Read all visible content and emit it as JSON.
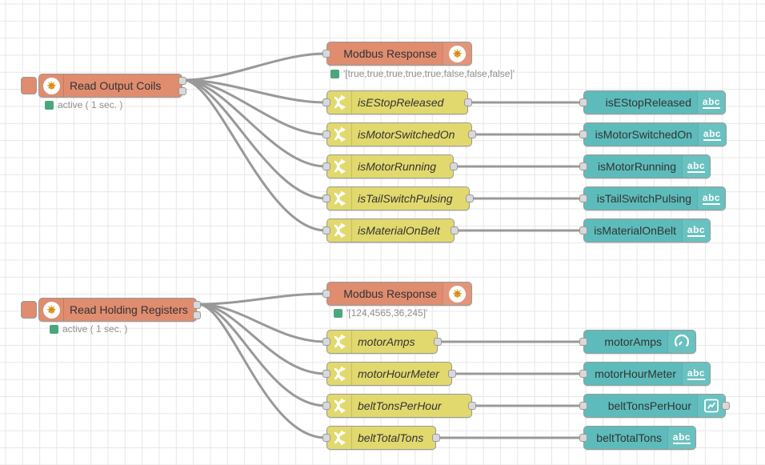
{
  "colors": {
    "modbus_node": "#e08c6f",
    "change_node": "#e2d96e",
    "ui_node": "#5dbcbb",
    "wire": "#999999",
    "status_green": "#4aa77c",
    "grid_line": "#e7e7e7",
    "label_text": "#333333",
    "status_text": "#8f8f8f"
  },
  "icons": {
    "abc_label": "abc"
  },
  "nodes": {
    "read_coils": {
      "label": "Read Output Coils",
      "status": "active ( 1 sec. )"
    },
    "resp_coils": {
      "label": "Modbus Response",
      "status": "'[true,true,true,true,true,false,false,false]'"
    },
    "fn_estop": {
      "label": "isEStopReleased"
    },
    "fn_motor_on": {
      "label": "isMotorSwitchedOn"
    },
    "fn_motor_run": {
      "label": "isMotorRunning"
    },
    "fn_tail": {
      "label": "isTailSwitchPulsing"
    },
    "fn_material": {
      "label": "isMaterialOnBelt"
    },
    "ui_estop": {
      "label": "isEStopReleased"
    },
    "ui_motor_on": {
      "label": "isMotorSwitchedOn"
    },
    "ui_motor_run": {
      "label": "isMotorRunning"
    },
    "ui_tail": {
      "label": "isTailSwitchPulsing"
    },
    "ui_material": {
      "label": "isMaterialOnBelt"
    },
    "read_holding": {
      "label": "Read Holding Registers",
      "status": "active ( 1 sec. )"
    },
    "resp_holding": {
      "label": "Modbus Response",
      "status": "'[124,4565,36,245]'"
    },
    "fn_amps": {
      "label": "motorAmps"
    },
    "fn_hours": {
      "label": "motorHourMeter"
    },
    "fn_tph": {
      "label": "beltTonsPerHour"
    },
    "fn_total": {
      "label": "beltTotalTons"
    },
    "ui_amps": {
      "label": "motorAmps"
    },
    "ui_hours": {
      "label": "motorHourMeter"
    },
    "ui_tph": {
      "label": "beltTonsPerHour"
    },
    "ui_total": {
      "label": "beltTotalTons"
    }
  }
}
